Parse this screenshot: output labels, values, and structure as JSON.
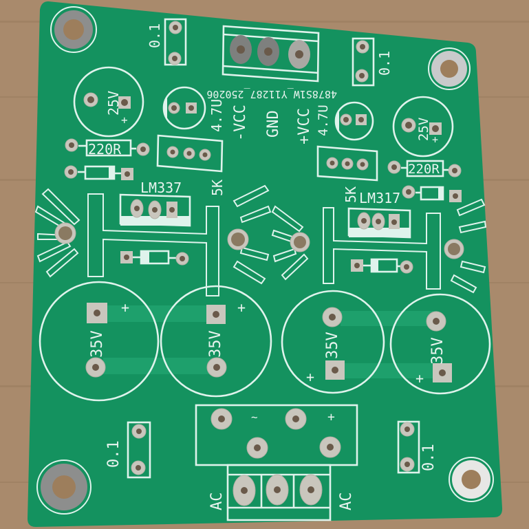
{
  "scene": {
    "description": "Photo of an unpopulated green dual-rail LM317/LM337 linear power supply PCB on a wooden table",
    "colors": {
      "background_wood": "#a98a6c",
      "board_green": "#14925f",
      "silkscreen": "#dff3ec",
      "pad_silver": "#c9c6bd",
      "trace_green": "#1ea06c"
    }
  },
  "board": {
    "id_text": "4878S1W_Y11287_250206",
    "rail_labels": {
      "neg": "-VCC",
      "gnd": "GND",
      "pos": "+VCC"
    },
    "left_regulator": {
      "ic_label": "LM337",
      "trim_label": "5K",
      "resistor_label": "220R",
      "cap_small_label": "4.7U",
      "cap_big_label": "25V",
      "cap_big_polarity": "+",
      "decoupling_label": "0.1"
    },
    "right_regulator": {
      "ic_label": "LM317",
      "trim_label": "5K",
      "resistor_label": "220R",
      "cap_small_label": "4.7U",
      "cap_big_label": "25V",
      "cap_big_polarity": "+",
      "decoupling_label": "0.1"
    },
    "bulk_caps": [
      {
        "label": "35V",
        "polarity": "+"
      },
      {
        "label": "35V",
        "polarity": "+"
      },
      {
        "label": "35V",
        "polarity": "+"
      },
      {
        "label": "35V",
        "polarity": "+"
      }
    ],
    "bridge": {
      "ac_mark": "~",
      "plus_mark": "+"
    },
    "ac_input": {
      "left_label": "AC",
      "right_label": "AC"
    },
    "bottom_decoupling": {
      "left_label": "0.1",
      "right_label": "0.1"
    }
  }
}
